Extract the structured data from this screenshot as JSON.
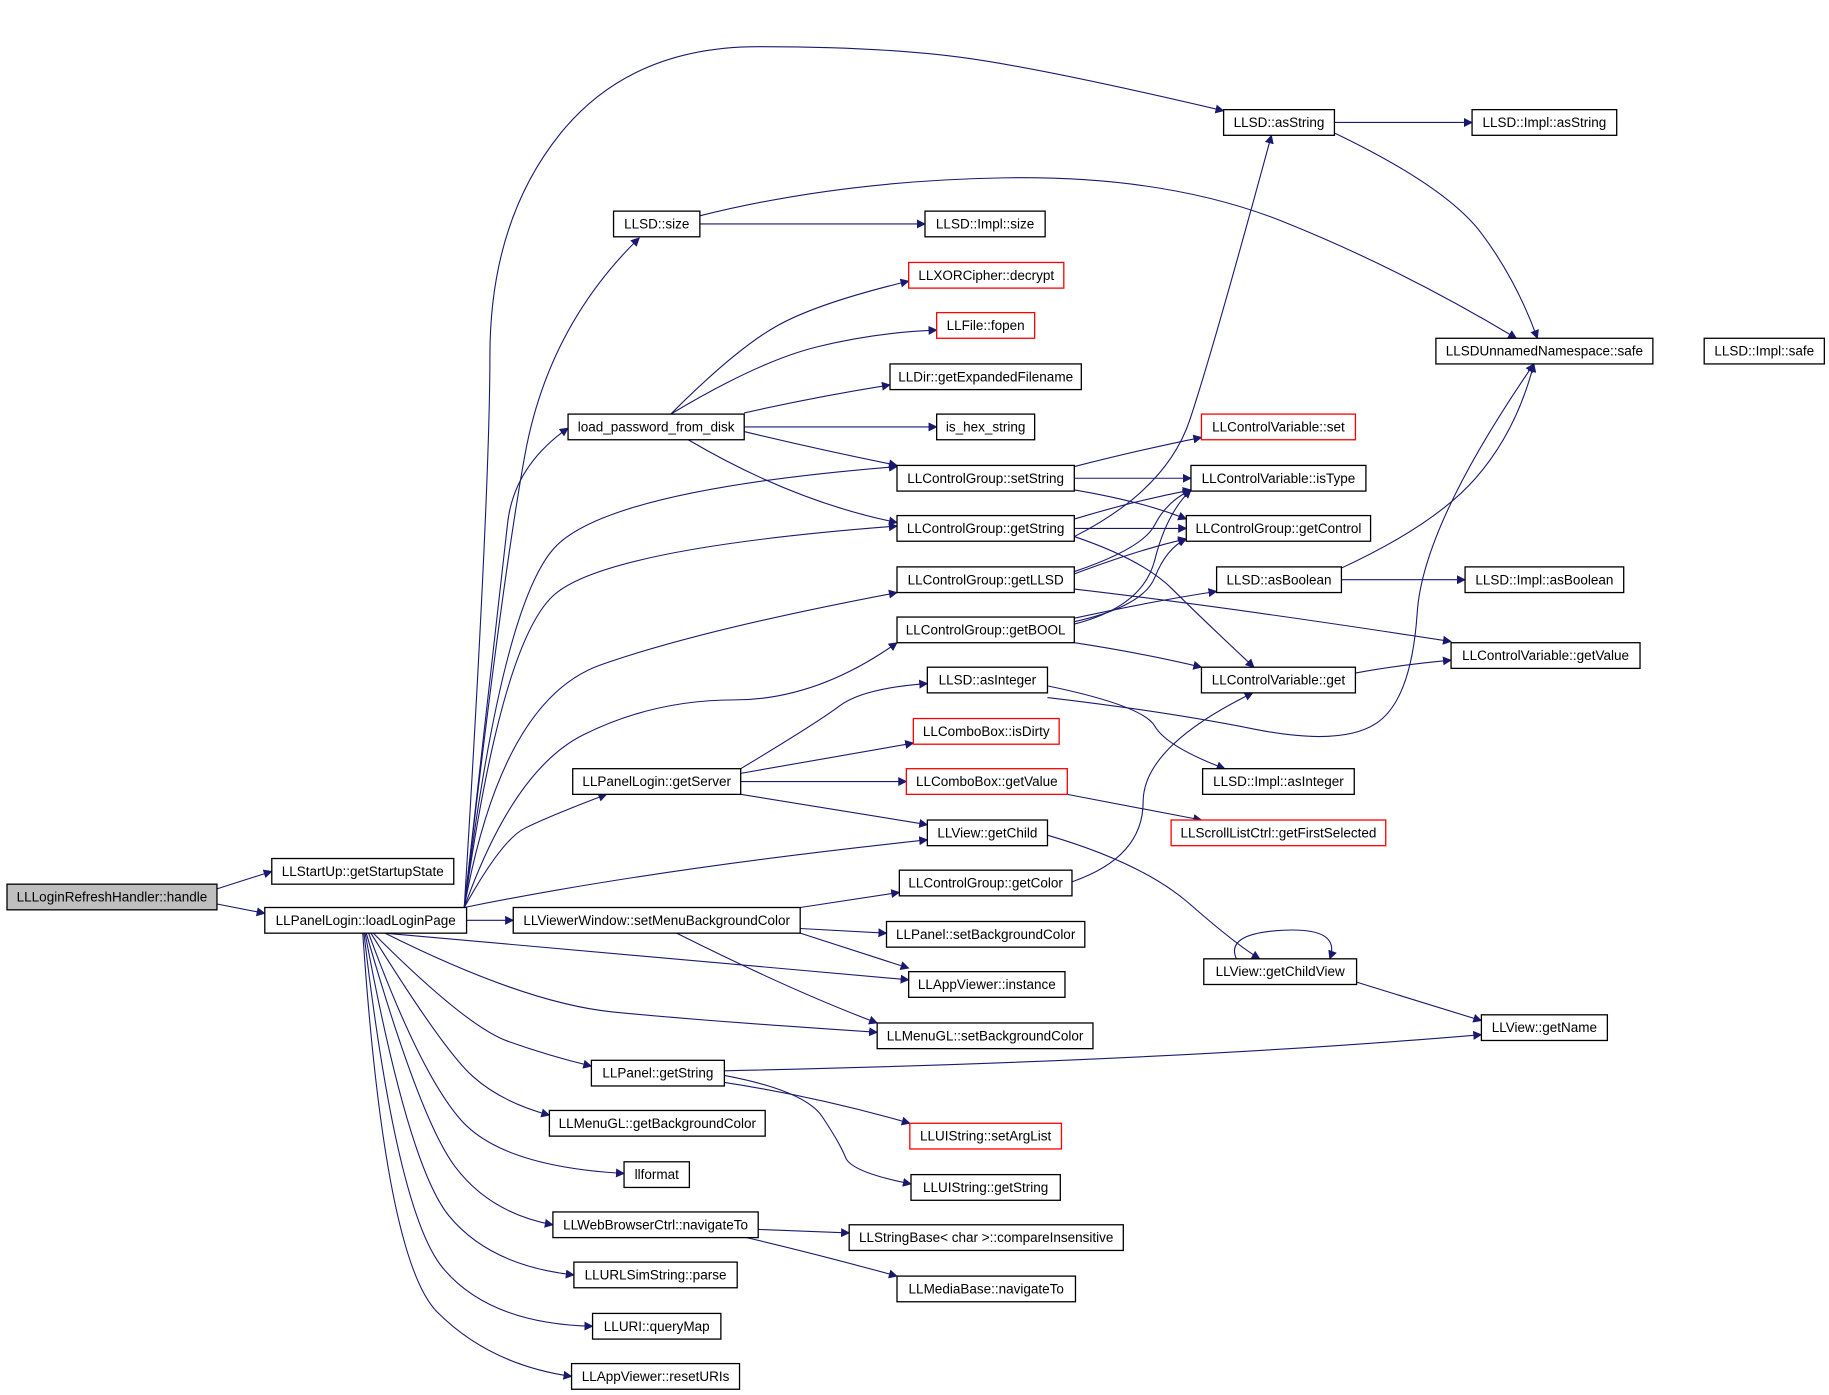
{
  "graph": {
    "nodes": [
      {
        "id": "n_root",
        "label": "LLLoginRefreshHandler::handle",
        "style": "root"
      },
      {
        "id": "n_getstartupstate",
        "label": "LLStartUp::getStartupState",
        "style": "normal"
      },
      {
        "id": "n_loadloginpage",
        "label": "LLPanelLogin::loadLoginPage",
        "style": "normal"
      },
      {
        "id": "n_asstring",
        "label": "LLSD::asString",
        "style": "normal"
      },
      {
        "id": "n_impl_asstring",
        "label": "LLSD::Impl::asString",
        "style": "normal"
      },
      {
        "id": "n_size",
        "label": "LLSD::size",
        "style": "normal"
      },
      {
        "id": "n_impl_size",
        "label": "LLSD::Impl::size",
        "style": "normal"
      },
      {
        "id": "n_decrypt",
        "label": "LLXORCipher::decrypt",
        "style": "truncated"
      },
      {
        "id": "n_fopen",
        "label": "LLFile::fopen",
        "style": "truncated"
      },
      {
        "id": "n_getexpanded",
        "label": "LLDir::getExpandedFilename",
        "style": "normal"
      },
      {
        "id": "n_load_password",
        "label": "load_password_from_disk",
        "style": "normal"
      },
      {
        "id": "n_is_hex",
        "label": "is_hex_string",
        "style": "normal"
      },
      {
        "id": "n_unnamed_safe",
        "label": "LLSDUnnamedNamespace::safe",
        "style": "normal"
      },
      {
        "id": "n_impl_safe",
        "label": "LLSD::Impl::safe",
        "style": "normal"
      },
      {
        "id": "n_cv_set",
        "label": "LLControlVariable::set",
        "style": "truncated"
      },
      {
        "id": "n_cg_setstring",
        "label": "LLControlGroup::setString",
        "style": "normal"
      },
      {
        "id": "n_cv_istype",
        "label": "LLControlVariable::isType",
        "style": "normal"
      },
      {
        "id": "n_cg_getstring",
        "label": "LLControlGroup::getString",
        "style": "normal"
      },
      {
        "id": "n_cg_getcontrol",
        "label": "LLControlGroup::getControl",
        "style": "normal"
      },
      {
        "id": "n_cg_getllsd",
        "label": "LLControlGroup::getLLSD",
        "style": "normal"
      },
      {
        "id": "n_asboolean",
        "label": "LLSD::asBoolean",
        "style": "normal"
      },
      {
        "id": "n_impl_asboolean",
        "label": "LLSD::Impl::asBoolean",
        "style": "normal"
      },
      {
        "id": "n_cg_getbool",
        "label": "LLControlGroup::getBOOL",
        "style": "normal"
      },
      {
        "id": "n_cv_getvalue",
        "label": "LLControlVariable::getValue",
        "style": "normal"
      },
      {
        "id": "n_cv_get",
        "label": "LLControlVariable::get",
        "style": "normal"
      },
      {
        "id": "n_asinteger",
        "label": "LLSD::asInteger",
        "style": "normal"
      },
      {
        "id": "n_cb_isdirty",
        "label": "LLComboBox::isDirty",
        "style": "truncated"
      },
      {
        "id": "n_getserver",
        "label": "LLPanelLogin::getServer",
        "style": "normal"
      },
      {
        "id": "n_cb_getvalue",
        "label": "LLComboBox::getValue",
        "style": "truncated"
      },
      {
        "id": "n_impl_asinteger",
        "label": "LLSD::Impl::asInteger",
        "style": "normal"
      },
      {
        "id": "n_getchild",
        "label": "LLView::getChild",
        "style": "normal"
      },
      {
        "id": "n_getfirstselected",
        "label": "LLScrollListCtrl::getFirstSelected",
        "style": "truncated"
      },
      {
        "id": "n_cg_getcolor",
        "label": "LLControlGroup::getColor",
        "style": "normal"
      },
      {
        "id": "n_setmenubg",
        "label": "LLViewerWindow::setMenuBackgroundColor",
        "style": "normal"
      },
      {
        "id": "n_panel_setbg",
        "label": "LLPanel::setBackgroundColor",
        "style": "normal"
      },
      {
        "id": "n_getchildview",
        "label": "LLView::getChildView",
        "style": "normal"
      },
      {
        "id": "n_appviewer_instance",
        "label": "LLAppViewer::instance",
        "style": "normal"
      },
      {
        "id": "n_menugl_setbg",
        "label": "LLMenuGL::setBackgroundColor",
        "style": "normal"
      },
      {
        "id": "n_getname",
        "label": "LLView::getName",
        "style": "normal"
      },
      {
        "id": "n_panel_getstring",
        "label": "LLPanel::getString",
        "style": "normal"
      },
      {
        "id": "n_menugl_getbg",
        "label": "LLMenuGL::getBackgroundColor",
        "style": "normal"
      },
      {
        "id": "n_setarglist",
        "label": "LLUIString::setArgList",
        "style": "truncated"
      },
      {
        "id": "n_llformat",
        "label": "llformat",
        "style": "normal"
      },
      {
        "id": "n_uistring_getstring",
        "label": "LLUIString::getString",
        "style": "normal"
      },
      {
        "id": "n_navigateto",
        "label": "LLWebBrowserCtrl::navigateTo",
        "style": "normal"
      },
      {
        "id": "n_compareinsensitive",
        "label": "LLStringBase< char >::compareInsensitive",
        "style": "normal"
      },
      {
        "id": "n_media_navigateto",
        "label": "LLMediaBase::navigateTo",
        "style": "normal"
      },
      {
        "id": "n_urlsim_parse",
        "label": "LLURLSimString::parse",
        "style": "normal"
      },
      {
        "id": "n_querymap",
        "label": "LLURI::queryMap",
        "style": "normal"
      },
      {
        "id": "n_reseturis",
        "label": "LLAppViewer::resetURIs",
        "style": "normal"
      }
    ]
  }
}
